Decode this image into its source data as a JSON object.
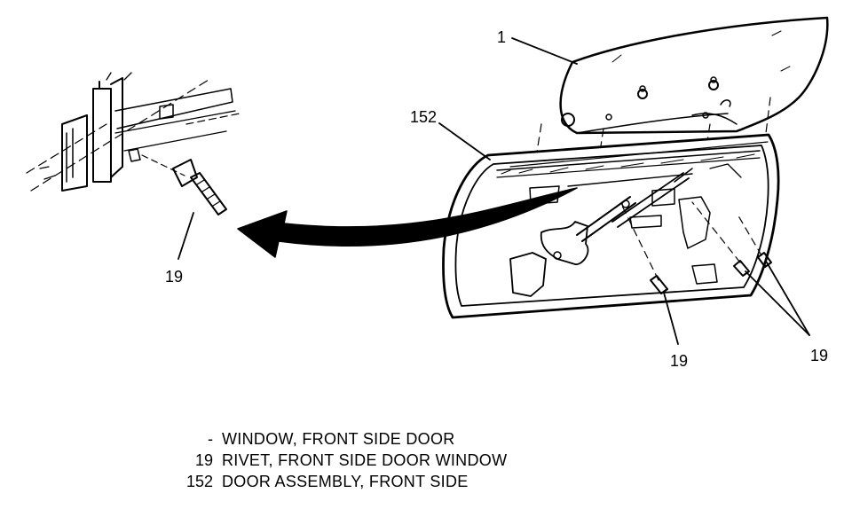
{
  "callouts": {
    "window": "1",
    "door": "152",
    "rivet_left": "19",
    "rivet_center": "19",
    "rivet_right": "19"
  },
  "legend": [
    {
      "num": "-",
      "text": "WINDOW, FRONT SIDE DOOR"
    },
    {
      "num": "19",
      "text": "RIVET, FRONT SIDE DOOR WINDOW"
    },
    {
      "num": "152",
      "text": "DOOR ASSEMBLY, FRONT SIDE"
    }
  ]
}
